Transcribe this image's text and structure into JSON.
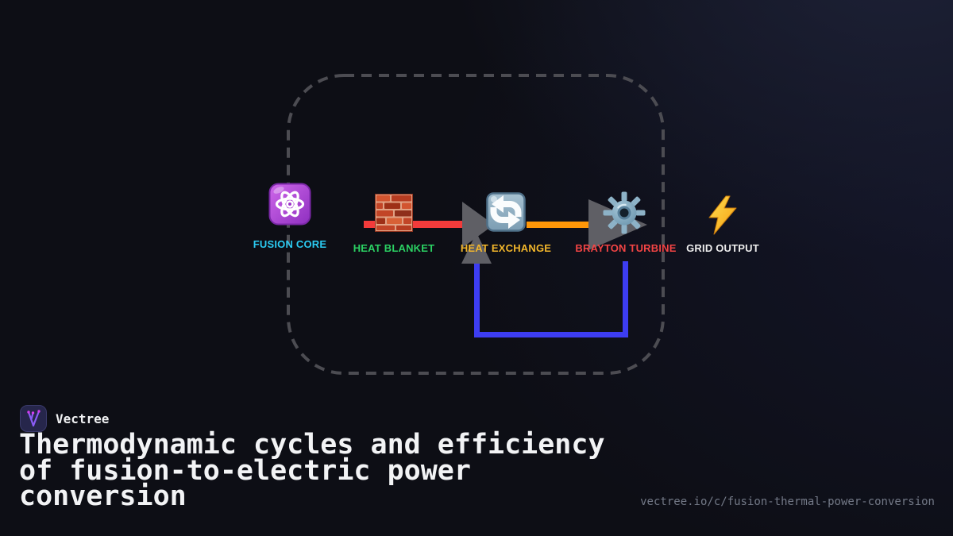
{
  "brand": {
    "name": "Vectree"
  },
  "title": {
    "text": "Thermodynamic cycles and efficiency of fusion-to-electric power conversion"
  },
  "footer": {
    "url": "vectree.io/c/fusion-thermal-power-conversion"
  },
  "diagram": {
    "boundary_color": "#4c4c52",
    "arrow_color": "#5f5f65",
    "nodes": [
      {
        "id": "fusion-core",
        "label": "FUSION CORE",
        "icon": "atom-icon",
        "label_color": "#2bcbf2"
      },
      {
        "id": "heat-blanket",
        "label": "HEAT BLANKET",
        "icon": "brick-wall-icon",
        "label_color": "#2bd163"
      },
      {
        "id": "heat-exchange",
        "label": "HEAT EXCHANGE",
        "icon": "recycle-arrows-icon",
        "label_color": "#f2b62b"
      },
      {
        "id": "brayton-turbine",
        "label": "BRAYTON TURBINE",
        "icon": "gear-icon",
        "label_color": "#f24444"
      },
      {
        "id": "grid-output",
        "label": "GRID OUTPUT",
        "icon": "lightning-bolt-icon",
        "label_color": "#ededed"
      }
    ],
    "connections": [
      {
        "from": "heat-blanket",
        "to": "heat-exchange",
        "type": "heat-flow",
        "color": "#f23b3b"
      },
      {
        "from": "heat-exchange",
        "to": "brayton-turbine",
        "type": "hot-gas",
        "color": "#ff9708"
      },
      {
        "from": "brayton-turbine",
        "to": "heat-exchange",
        "type": "return-loop",
        "color": "#3d3df2"
      }
    ]
  }
}
